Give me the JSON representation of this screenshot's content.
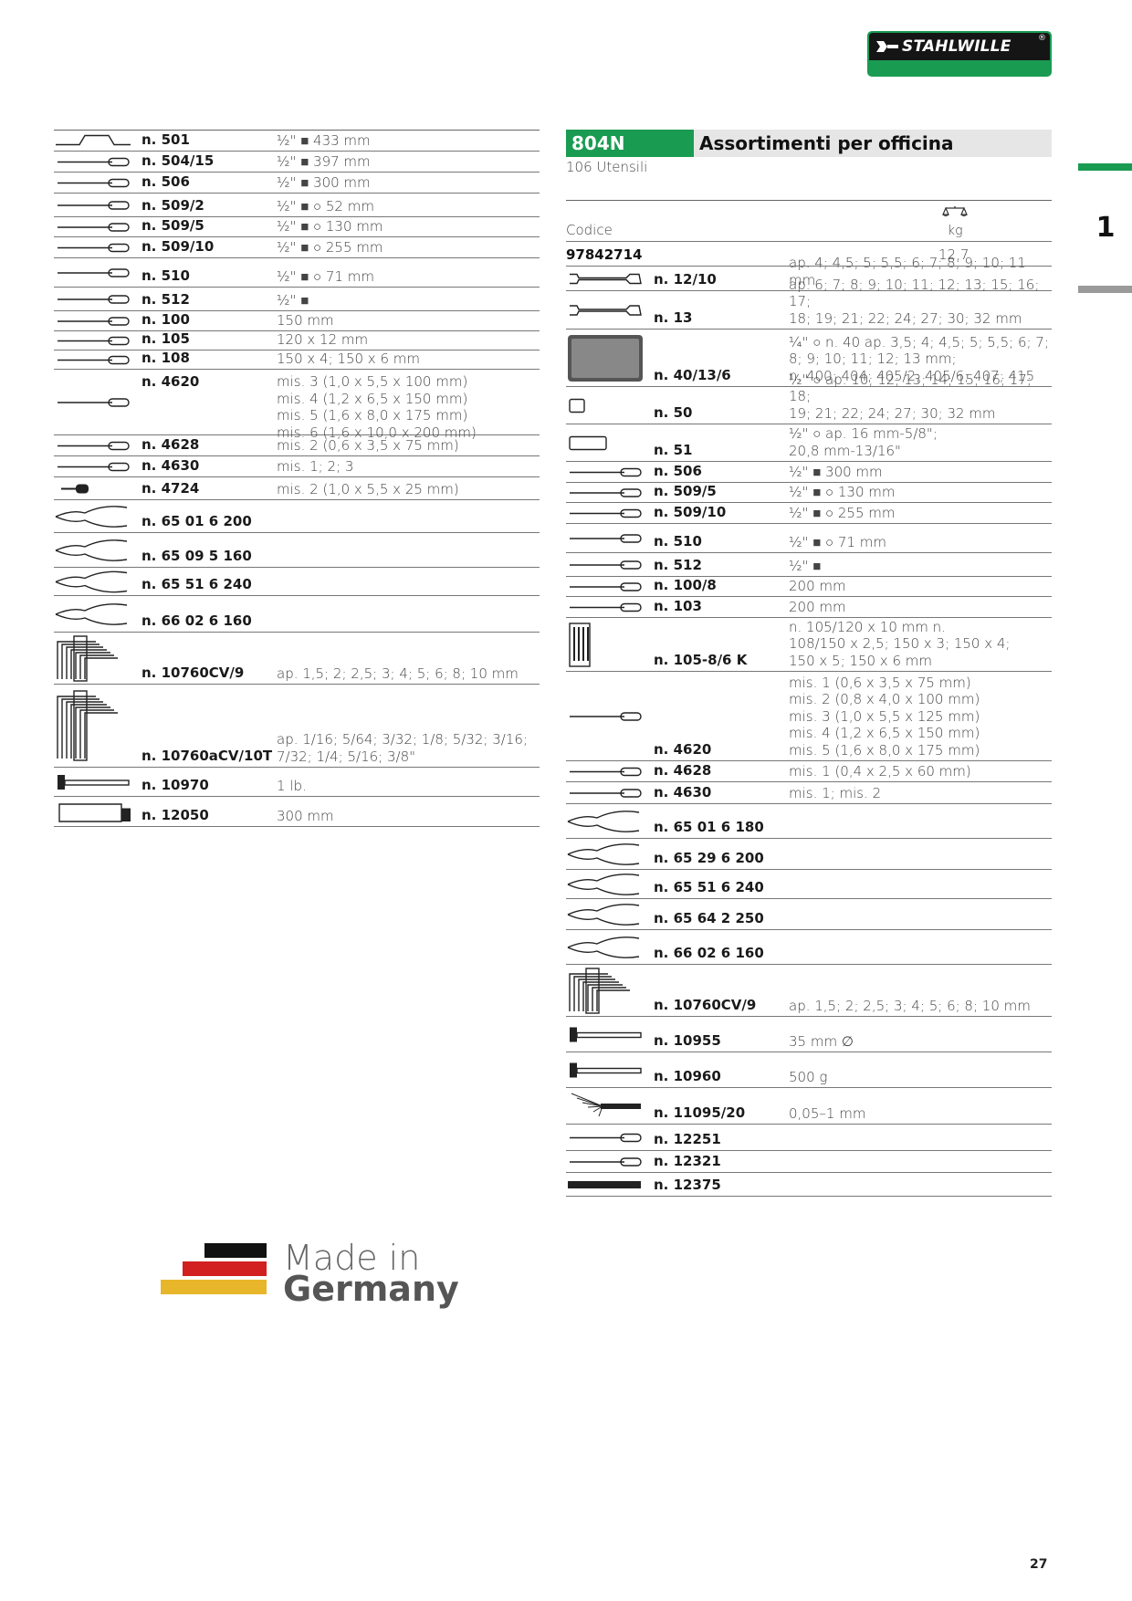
{
  "brand": {
    "name": "STAHLWILLE",
    "reg": "®",
    "colors": {
      "green": "#1a9b52",
      "dark": "#151515"
    }
  },
  "chapter": "1",
  "page_number": "27",
  "set": {
    "model": "804N",
    "name": "Assortimenti per officina",
    "subtitle": "106 Utensili",
    "code_label": "Codice",
    "weight_unit": "kg",
    "article": "97842714",
    "weight": "12,7"
  },
  "left": [
    {
      "icon": "handle-icon",
      "code": "n. 501",
      "desc": "½\" ■ 433 mm"
    },
    {
      "icon": "extension-bar-icon",
      "code": "n. 504/15",
      "desc": "½\" ■ 397 mm"
    },
    {
      "icon": "t-handle-icon",
      "code": "n. 506",
      "desc": "½\" ■ 300 mm"
    },
    {
      "icon": "extension-icon",
      "code": "n. 509/2",
      "desc": "½\" ■ ○ 52 mm"
    },
    {
      "icon": "extension-icon",
      "code": "n. 509/5",
      "desc": "½\" ■ ○ 130 mm"
    },
    {
      "icon": "extension-icon",
      "code": "n. 509/10",
      "desc": "½\" ■ ○ 255 mm"
    },
    {
      "icon": "universal-joint-icon",
      "code": "n. 510",
      "desc": "½\" ■ ○ 71 mm"
    },
    {
      "icon": "ratchet-icon",
      "code": "n. 512",
      "desc": "½\" ■"
    },
    {
      "icon": "chisel-icon",
      "code": "n. 100",
      "desc": "150 mm"
    },
    {
      "icon": "chisel-icon",
      "code": "n. 105",
      "desc": "120 x 12 mm"
    },
    {
      "icon": "punch-icon",
      "code": "n. 108",
      "desc": "150 x 4; 150 x 6 mm"
    },
    {
      "icon": "screwdriver-icon",
      "code": "n. 4620",
      "desc": [
        "mis. 3 (1,0 x 5,5 x 100 mm)",
        "mis. 4 (1,2 x 6,5 x 150 mm)",
        "mis. 5 (1,6 x 8,0 x 175 mm)",
        "mis. 6 (1,6 x 10,0 x 200 mm)"
      ]
    },
    {
      "icon": "screwdriver-icon",
      "code": "n. 4628",
      "desc": "mis. 2 (0,6 x 3,5 x 75 mm)"
    },
    {
      "icon": "screwdriver-icon",
      "code": "n. 4630",
      "desc": "mis. 1; 2; 3"
    },
    {
      "icon": "stubby-screwdriver-icon",
      "code": "n. 4724",
      "desc": "mis. 2 (1,0 x 5,5 x 25 mm)"
    },
    {
      "icon": "pliers-icon",
      "code": "n. 65 01 6 200",
      "desc": ""
    },
    {
      "icon": "pliers-icon",
      "code": "n. 65 09 5 160",
      "desc": ""
    },
    {
      "icon": "water-pump-pliers-icon",
      "code": "n. 65 51 6 240",
      "desc": ""
    },
    {
      "icon": "cutter-pliers-icon",
      "code": "n. 66 02 6 160",
      "desc": ""
    },
    {
      "icon": "hex-key-set-icon",
      "code": "n. 10760CV/9",
      "desc": "ap. 1,5; 2; 2,5; 3; 4; 5; 6; 8; 10 mm"
    },
    {
      "icon": "hex-key-set-icon",
      "code": "n. 10760aCV/10T",
      "desc": "ap. 1/16; 5/64; 3/32; 1/8; 5/32; 3/16; 7/32; 1/4; 5/16; 3/8\""
    },
    {
      "icon": "hammer-icon",
      "code": "n. 10970",
      "desc": "1 lb."
    },
    {
      "icon": "hacksaw-icon",
      "code": "n. 12050",
      "desc": "300 mm"
    }
  ],
  "right": [
    {
      "icon": "wrench-icon",
      "code": "n. 12/10",
      "desc": "ap. 4; 4,5; 5; 5,5; 6; 7; 8; 9; 10; 11 mm"
    },
    {
      "icon": "wrench-icon",
      "code": "n. 13",
      "desc": [
        "ap. 6; 7; 8; 9; 10; 11; 12; 13; 15; 16; 17;",
        "18; 19; 21; 22; 24; 27; 30; 32 mm"
      ]
    },
    {
      "icon": "socket-set-case-icon",
      "code": "n. 40/13/6",
      "desc": [
        "¼\" ○ n. 40 ap. 3,5; 4; 4,5; 5; 5,5; 6; 7;",
        "8; 9; 10; 11; 12; 13 mm;",
        "n. 400; 404; 405/2; 405/6; 407; 415"
      ]
    },
    {
      "icon": "socket-icon",
      "code": "n. 50",
      "desc": [
        "½\" ○ ap. 10; 12; 13; 14; 15; 16; 17; 18;",
        "19; 21; 22; 24; 27; 30; 32 mm"
      ]
    },
    {
      "icon": "deep-socket-icon",
      "code": "n. 51",
      "desc": [
        "½\" ○ ap. 16 mm-5/8\";",
        "20,8 mm-13/16\""
      ]
    },
    {
      "icon": "t-handle-icon",
      "code": "n. 506",
      "desc": "½\" ■ 300 mm"
    },
    {
      "icon": "extension-icon",
      "code": "n. 509/5",
      "desc": "½\" ■ ○ 130 mm"
    },
    {
      "icon": "extension-icon",
      "code": "n. 509/10",
      "desc": "½\" ■ ○ 255 mm"
    },
    {
      "icon": "universal-joint-icon",
      "code": "n. 510",
      "desc": "½\" ■ ○ 71 mm"
    },
    {
      "icon": "ratchet-icon",
      "code": "n. 512",
      "desc": "½\" ■"
    },
    {
      "icon": "chisel-icon",
      "code": "n. 100/8",
      "desc": "200 mm"
    },
    {
      "icon": "chisel-icon",
      "code": "n. 103",
      "desc": "200 mm"
    },
    {
      "icon": "punch-set-icon",
      "code": "n. 105-8/6 K",
      "desc": [
        "n. 105/120 x 10 mm n.",
        "108/150 x 2,5; 150 x 3; 150 x 4;",
        "150 x 5; 150 x 6 mm"
      ]
    },
    {
      "icon": "screwdriver-icon",
      "code": "n. 4620",
      "desc": [
        "mis. 1 (0,6 x 3,5 x 75 mm)",
        "mis. 2 (0,8 x 4,0 x 100 mm)",
        "mis. 3 (1,0 x 5,5 x 125 mm)",
        "mis. 4 (1,2 x 6,5 x 150 mm)",
        "mis. 5 (1,6 x 8,0 x 175 mm)"
      ]
    },
    {
      "icon": "screwdriver-icon",
      "code": "n. 4628",
      "desc": "mis. 1 (0,4 x 2,5 x 60 mm)"
    },
    {
      "icon": "screwdriver-icon",
      "code": "n. 4630",
      "desc": "mis. 1; mis. 2"
    },
    {
      "icon": "pliers-icon",
      "code": "n. 65 01 6 180",
      "desc": ""
    },
    {
      "icon": "pliers-icon",
      "code": "n. 65 29 6 200",
      "desc": ""
    },
    {
      "icon": "water-pump-pliers-icon",
      "code": "n. 65 51 6 240",
      "desc": ""
    },
    {
      "icon": "locking-pliers-icon",
      "code": "n. 65 64 2 250",
      "desc": ""
    },
    {
      "icon": "cutter-pliers-icon",
      "code": "n. 66 02 6 160",
      "desc": ""
    },
    {
      "icon": "hex-key-set-icon",
      "code": "n. 10760CV/9",
      "desc": "ap. 1,5; 2; 2,5; 3; 4; 5; 6; 8; 10 mm"
    },
    {
      "icon": "hammer-icon",
      "code": "n. 10955",
      "desc": "35 mm ∅"
    },
    {
      "icon": "hammer-icon",
      "code": "n. 10960",
      "desc": "500 g"
    },
    {
      "icon": "feeler-gauge-icon",
      "code": "n. 11095/20",
      "desc": "0,05–1 mm"
    },
    {
      "icon": "scraper-icon",
      "code": "n. 12251",
      "desc": ""
    },
    {
      "icon": "scriber-icon",
      "code": "n. 12321",
      "desc": ""
    },
    {
      "icon": "file-icon",
      "code": "n. 12375",
      "desc": ""
    }
  ],
  "made_in": {
    "line1": "Made in",
    "line2": "Germany",
    "colors": [
      "#111111",
      "#d21f1f",
      "#e8b62a"
    ]
  }
}
